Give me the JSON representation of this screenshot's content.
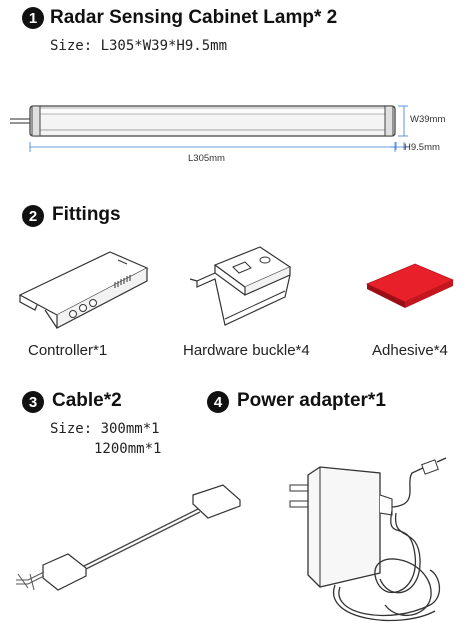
{
  "section1": {
    "number": "1",
    "title": "Radar Sensing Cabinet Lamp* 2",
    "size": "Size: L305*W39*H9.5mm"
  },
  "dimensions": {
    "width": "W39mm",
    "height": "H9.5mm",
    "length": "L305mm"
  },
  "section2": {
    "number": "2",
    "title": "Fittings",
    "items": [
      {
        "label": "Controller*1",
        "icon": "controller-icon"
      },
      {
        "label": "Hardware buckle*4",
        "icon": "buckle-icon"
      },
      {
        "label": "Adhesive*4",
        "icon": "adhesive-icon"
      }
    ]
  },
  "section3": {
    "number": "3",
    "title": "Cable*2",
    "size_line1": "Size: 300mm*1",
    "size_line2": "1200mm*1"
  },
  "section4": {
    "number": "4",
    "title": "Power adapter*1"
  },
  "colors": {
    "adhesive": "#e8202a",
    "outline": "#333333"
  }
}
